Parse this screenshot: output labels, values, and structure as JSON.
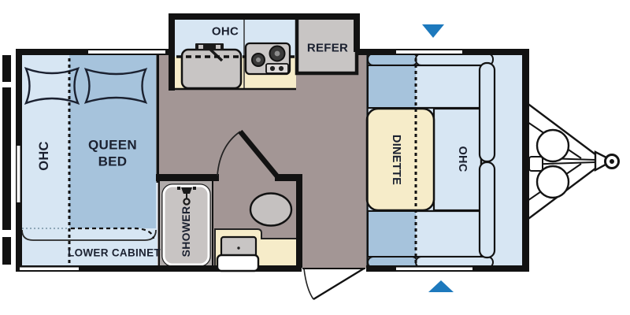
{
  "floorplan": {
    "type": "travel-trailer-floorplan",
    "labels": {
      "kitchen_ohc": "OHC",
      "refer": "REFER",
      "bedroom_ohc": "OHC",
      "queen_bed_line1": "QUEEN",
      "queen_bed_line2": "BED",
      "lower_cabinet": "LOWER CABINET",
      "shower": "SHOWER",
      "dinette": "DINETTE",
      "front_ohc": "OHC"
    },
    "arrows": {
      "top": "down",
      "bottom": "up"
    },
    "colors": {
      "floor": "#a39695",
      "light_blue": "#d7e6f3",
      "medium_blue": "#a6c3dc",
      "cream": "#f6ecc9",
      "appliance_gray": "#c8c5c4",
      "shower_gray": "#b0abaa",
      "wall_black": "#121212",
      "arrow_blue": "#1d79bd"
    }
  }
}
